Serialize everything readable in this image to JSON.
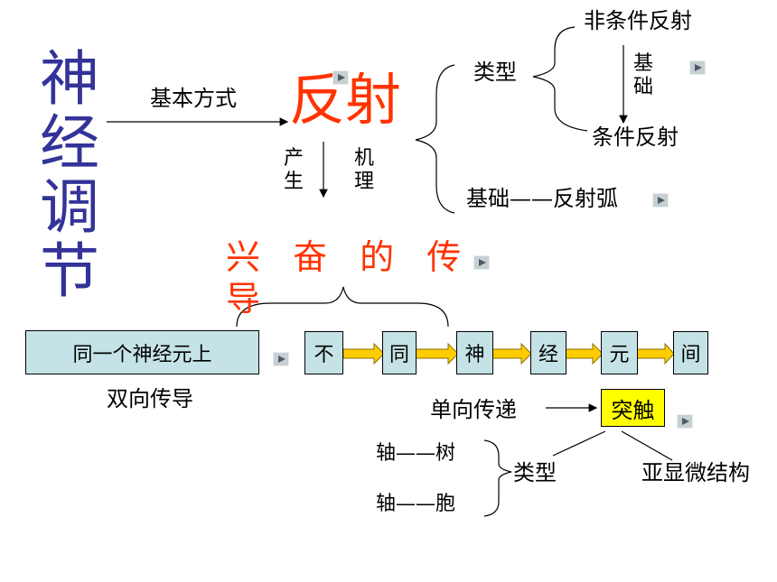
{
  "title_chars": [
    "神",
    "经",
    "调",
    "节"
  ],
  "reflex_label": "反射",
  "basic_mode_label": "基本方式",
  "produce_chars": [
    "产",
    "生"
  ],
  "mechanism_chars": [
    "机",
    "理"
  ],
  "types_label": "类型",
  "unconditioned": "非条件反射",
  "conditioned": "条件反射",
  "basis_chars": [
    "基",
    "础"
  ],
  "basis_arc": "基础——反射弧",
  "excitation_title": "兴 奋 的 传 导",
  "same_neuron_label": "同一个神经元上",
  "bidirectional_label": "双向传导",
  "between_neurons_chars": [
    "不",
    "同",
    "神",
    "经",
    "元",
    "间"
  ],
  "one_way_label": "单向传递",
  "synapse_label": "突触",
  "synapse_types": [
    "轴——树",
    "轴——胞"
  ],
  "synapse_types_label": "类型",
  "ultrastructure_label": "亚显微结构",
  "colors": {
    "title": "#333399",
    "highlight": "#ff3300",
    "box_fill": "#c5e3e6",
    "synapse_fill": "#ffff00",
    "arrow_fill": "#ffcc00"
  },
  "icons": [
    "play-icon"
  ]
}
